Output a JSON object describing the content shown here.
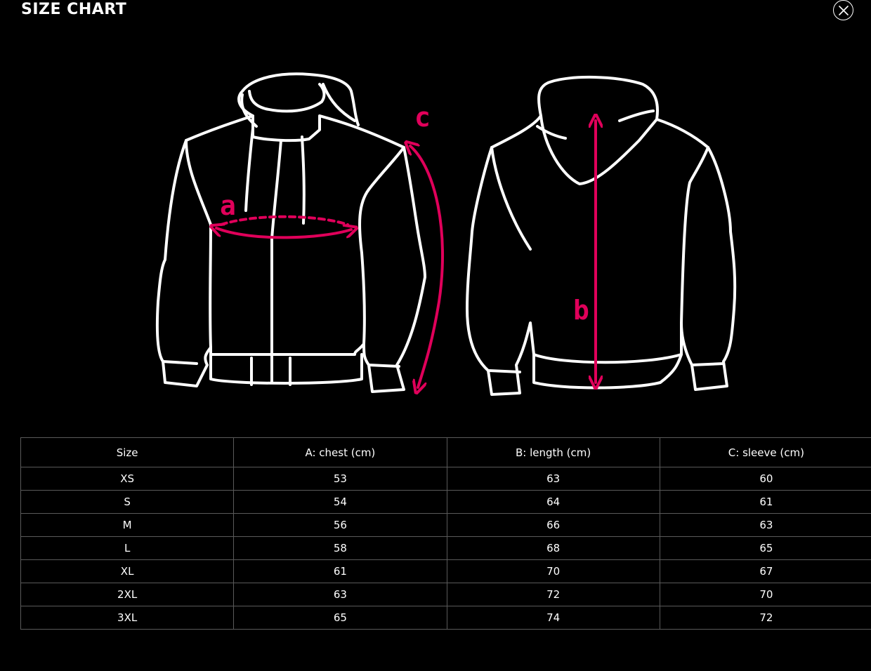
{
  "header": {
    "title": "SIZE CHART",
    "close_icon": "close-icon"
  },
  "illustration": {
    "front_label_a": "a",
    "front_label_c": "c",
    "back_label_b": "b",
    "outline_color": "#ffffff",
    "accent_color": "#e0005a"
  },
  "table": {
    "headers": [
      "Size",
      "A: chest (cm)",
      "B: length (cm)",
      "C: sleeve (cm)"
    ],
    "rows": [
      [
        "XS",
        "53",
        "63",
        "60"
      ],
      [
        "S",
        "54",
        "64",
        "61"
      ],
      [
        "M",
        "56",
        "66",
        "63"
      ],
      [
        "L",
        "58",
        "68",
        "65"
      ],
      [
        "XL",
        "61",
        "70",
        "67"
      ],
      [
        "2XL",
        "63",
        "72",
        "70"
      ],
      [
        "3XL",
        "65",
        "74",
        "72"
      ]
    ]
  }
}
